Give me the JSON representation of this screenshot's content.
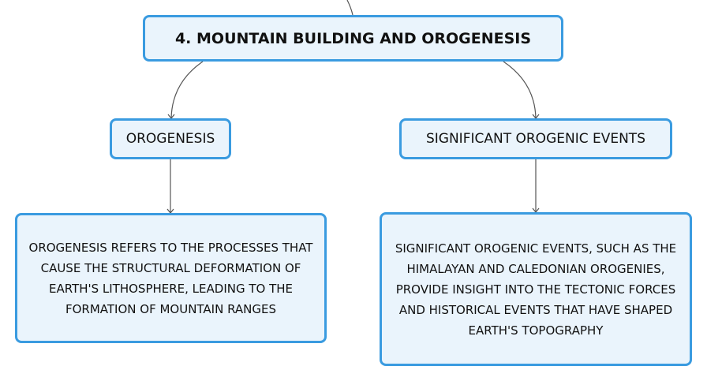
{
  "root": {
    "label": "4. MOUNTAIN BUILDING AND OROGENESIS"
  },
  "branches": [
    {
      "label": "OROGENESIS",
      "detail": "OROGENESIS REFERS TO THE PROCESSES THAT CAUSE THE STRUCTURAL DEFORMATION OF EARTH'S LITHOSPHERE, LEADING TO THE FORMATION OF MOUNTAIN RANGES"
    },
    {
      "label": "SIGNIFICANT OROGENIC EVENTS",
      "detail": "SIGNIFICANT OROGENIC EVENTS, SUCH AS THE HIMALAYAN AND CALEDONIAN OROGENIES, PROVIDE INSIGHT INTO THE TECTONIC FORCES AND HISTORICAL EVENTS THAT HAVE SHAPED EARTH'S TOPOGRAPHY"
    }
  ],
  "colors": {
    "node_border": "#3a9be0",
    "node_fill": "#eaf4fc",
    "connector": "#555555",
    "text": "#111111"
  }
}
